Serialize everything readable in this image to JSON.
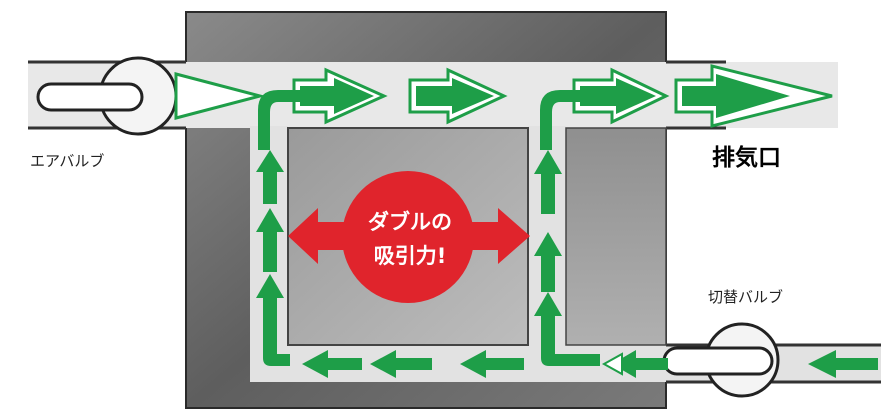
{
  "labels": {
    "air_valve": "エアバルブ",
    "exhaust": "排気口",
    "switch_valve": "切替バルブ"
  },
  "center": {
    "line1": "ダブルの",
    "line2": "吸引力!"
  },
  "colors": {
    "arrow_green": "#1e9e48",
    "circle_red": "#e0242c",
    "housing_gray": "#707070",
    "channel_light": "#e6e6e6"
  }
}
